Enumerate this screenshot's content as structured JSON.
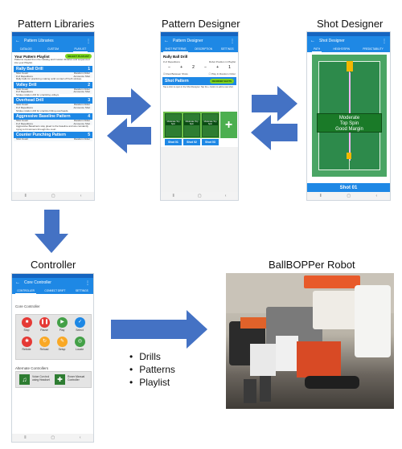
{
  "titles": {
    "pattern_libraries": "Pattern Libraries",
    "pattern_designer": "Pattern Designer",
    "shot_designer": "Shot Designer",
    "controller": "Controller",
    "robot": "BallBOPPer Robot"
  },
  "libraries_screen": {
    "app_title": "Pattern Libraries",
    "tabs": [
      "CATALOG",
      "CUSTOM",
      "PLAYLIST"
    ],
    "playlist_heading": "Your Pattern Playlist",
    "select_playlist": "SELECT PLAYLIST",
    "intro": "Patterns copied from the Catalog and Custom libraries and sequenced into your Playlist.",
    "drills": [
      {
        "name": "Rally Ball Drill",
        "num": "1",
        "desc": "Rally balls for practicing making solid contact off both strokes."
      },
      {
        "name": "Volley Drill",
        "num": "2",
        "desc": "Stroke rotation drill for practicing volleys."
      },
      {
        "name": "Overhead Drill",
        "num": "3",
        "desc": "Stroke rotation drill for practice hitting overheads."
      },
      {
        "name": "Aggressive Baseline Pattern",
        "num": "4",
        "desc": "Aggressive Baseliners stay glued to the baseline and are constantly trying to hit winners through the court."
      },
      {
        "name": "Counter Punching Pattern",
        "num": "5",
        "desc": ""
      }
    ],
    "row_labels": [
      "Shot Count",
      "# of Repetitions"
    ],
    "row_right": [
      "Random Order",
      "Announce Shot"
    ]
  },
  "designer_screen": {
    "app_title": "Pattern Designer",
    "tabs": [
      "SHOT PATTERNS",
      "DESCRIPTION",
      "SETTINGS"
    ],
    "drill_name": "Rally Ball Drill",
    "lbl_reps": "# of Repetitions",
    "lbl_pos": "Robot Position in Playlist",
    "reps_value": "2",
    "pos_value": "1",
    "opt_rest": "Rest Between Shots",
    "opt_random": "Play In Random Order",
    "shot_pattern": "Shot Pattern",
    "reorder": "REORDER SHOTS",
    "hint": "Tap a shot to open in the Shot Designer. Tap the + button to add a new shot.",
    "mini_label": "Moderate Top Spin",
    "shots": [
      "Shot 01",
      "Shot 02",
      "Shot 03"
    ]
  },
  "shot_screen": {
    "app_title": "Shot Designer",
    "tabs": [
      "PATH",
      "HEIGHT/SPIN",
      "PREDICTABILITY"
    ],
    "tooltip": [
      "Moderate",
      "Top Spin",
      "Good Margin"
    ],
    "shot": "Shot 01"
  },
  "controller_screen": {
    "app_title": "Core Controller",
    "tabs": [
      "CONTROLLER",
      "CONNECT DRIFT",
      "SETTINGS"
    ],
    "core_heading": "Core Controller",
    "buttons": [
      "Stop",
      "Pause",
      "Play",
      "Select",
      "Rebote",
      "Reload",
      "Setup",
      "Locate"
    ],
    "alt_heading": "Alternate Controllers",
    "alt": [
      "Voice Con trol using Headset",
      "Rover Manual Controller"
    ]
  },
  "bullets": [
    "Drills",
    "Patterns",
    "Playlist"
  ],
  "colors": {
    "arrow": "#4472c4",
    "appbar": "#1e88e5",
    "court": "#2d8a4b",
    "accent_green": "#7ed321"
  }
}
